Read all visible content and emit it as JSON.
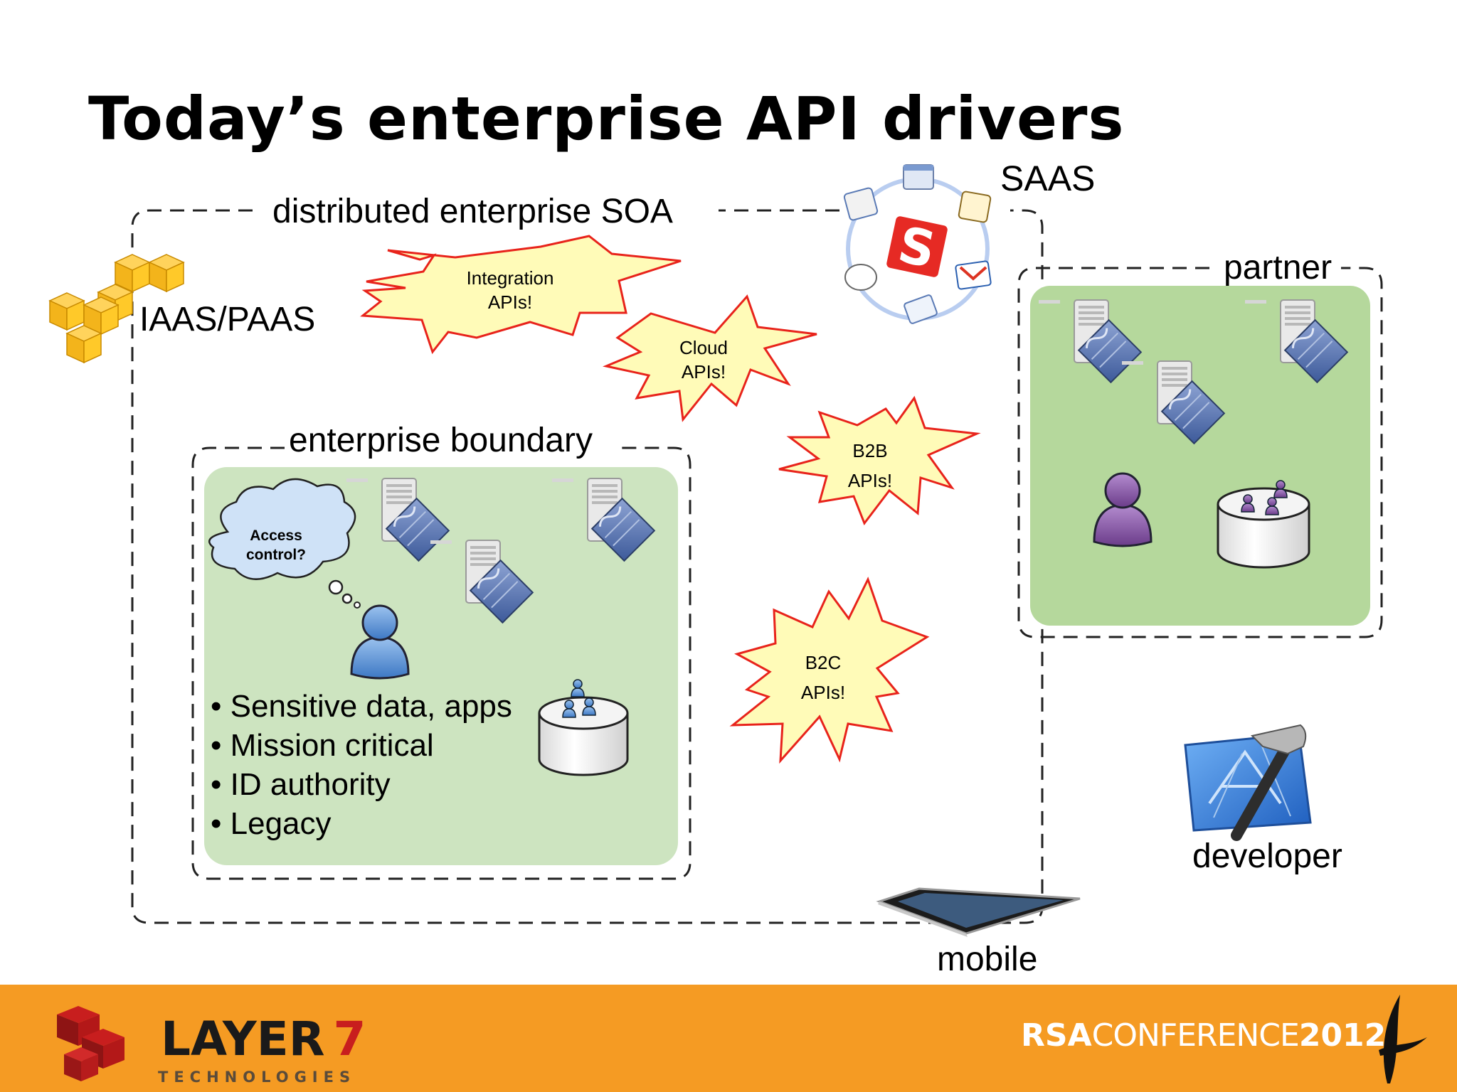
{
  "title": "Today’s enterprise API drivers",
  "regions": {
    "soa": "distributed enterprise SOA",
    "enterprise": "enterprise boundary",
    "partner": "partner"
  },
  "labels": {
    "iaas": "IAAS/PAAS",
    "saas": "SAAS",
    "developer": "developer",
    "mobile": "mobile",
    "access_control": [
      "Access",
      "control?"
    ]
  },
  "bursts": [
    {
      "line1": "Integration",
      "line2": "APIs!"
    },
    {
      "line1": "Cloud",
      "line2": "APIs!"
    },
    {
      "line1": "B2B",
      "line2": "APIs!"
    },
    {
      "line1": "B2C",
      "line2": "APIs!"
    }
  ],
  "bullets": [
    "Sensitive data, apps",
    "Mission critical",
    "ID authority",
    "Legacy"
  ],
  "saas_logo_letter": "S",
  "saas_icons": [
    "talk-icon",
    "calendar-icon",
    "gmail-icon",
    "docs-icon"
  ],
  "footer": {
    "left_logo": {
      "word1": "LAYER",
      "word2": "7",
      "sub": "TECHNOLOGIES"
    },
    "right_logo": {
      "rsa": "RSA",
      "conf": "CONFERENCE",
      "year": "2012"
    }
  },
  "colors": {
    "zone_green": "#cde4c0",
    "partner_green": "#b5d89c",
    "burst_fill": "#fffbb8",
    "burst_stroke": "#e8231b",
    "footer_orange": "#f59b23",
    "user_blue": "#5b8fcf",
    "user_purple": "#8a5aa8"
  }
}
